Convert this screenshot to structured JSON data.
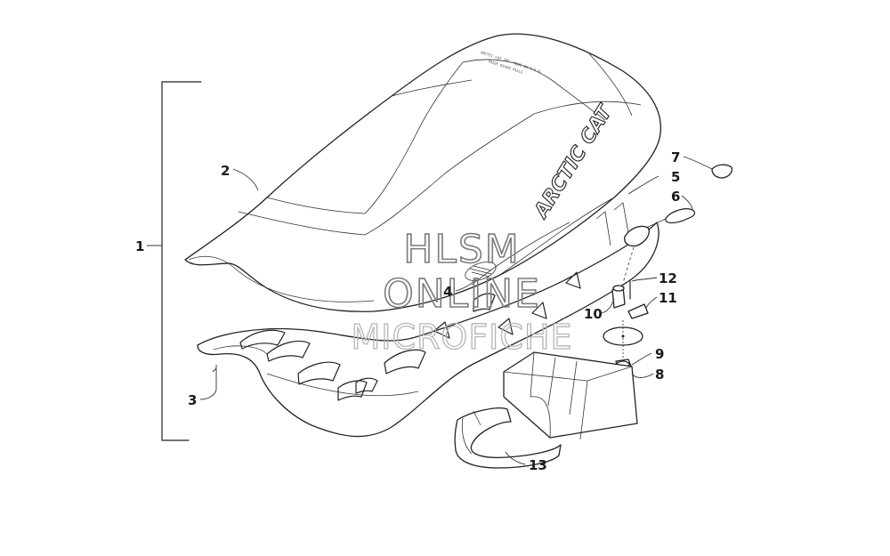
{
  "diagram": {
    "seat_logo": "ARCTIC CAT",
    "seat_fine_print": [
      "ARCTIC CAT INC.  MADE IN U.S.A.",
      "THIEF RIVER FALLS"
    ],
    "watermark": [
      "HLSM",
      "ONLINE",
      "MICROFICHE"
    ],
    "callouts": [
      {
        "id": "c1",
        "text": "1"
      },
      {
        "id": "c2",
        "text": "2"
      },
      {
        "id": "c3",
        "text": "3"
      },
      {
        "id": "c4",
        "text": "4"
      },
      {
        "id": "c5",
        "text": "5"
      },
      {
        "id": "c6",
        "text": "6"
      },
      {
        "id": "c7",
        "text": "7"
      },
      {
        "id": "c8",
        "text": "8"
      },
      {
        "id": "c9",
        "text": "9"
      },
      {
        "id": "c10",
        "text": "10"
      },
      {
        "id": "c11",
        "text": "11"
      },
      {
        "id": "c12",
        "text": "12"
      },
      {
        "id": "c13",
        "text": "13"
      }
    ]
  }
}
